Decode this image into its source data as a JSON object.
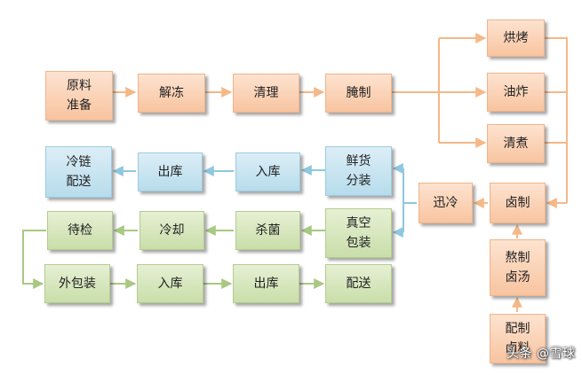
{
  "nodes": {
    "raw": "原料",
    "raw_2": "准备",
    "thaw": "解冻",
    "clean": "清理",
    "marinate": "腌制",
    "bake": "烘烤",
    "fry": "油炸",
    "boil": "清煮",
    "braise": "卤制",
    "quick_cool": "迅冷",
    "broth": "熬制",
    "broth_2": "卤汤",
    "mix": "配制",
    "mix_2": "卤料",
    "fresh_split": "鲜货",
    "fresh_split_2": "分装",
    "store_in_fresh": "入库",
    "out_fresh": "出库",
    "cold_chain": "冷链",
    "cold_chain_2": "配送",
    "vacuum": "真空",
    "vacuum_2": "包装",
    "sterilize": "杀菌",
    "cool": "冷却",
    "inspect": "待检",
    "outer_pack": "外包装",
    "store_in_pack": "入库",
    "out_pack": "出库",
    "deliver": "配送"
  },
  "colors": {
    "orange_arrow": "#f5b888",
    "blue_arrow": "#8ec7df",
    "green_arrow": "#a9c882"
  },
  "watermark": "头条 @雪球"
}
